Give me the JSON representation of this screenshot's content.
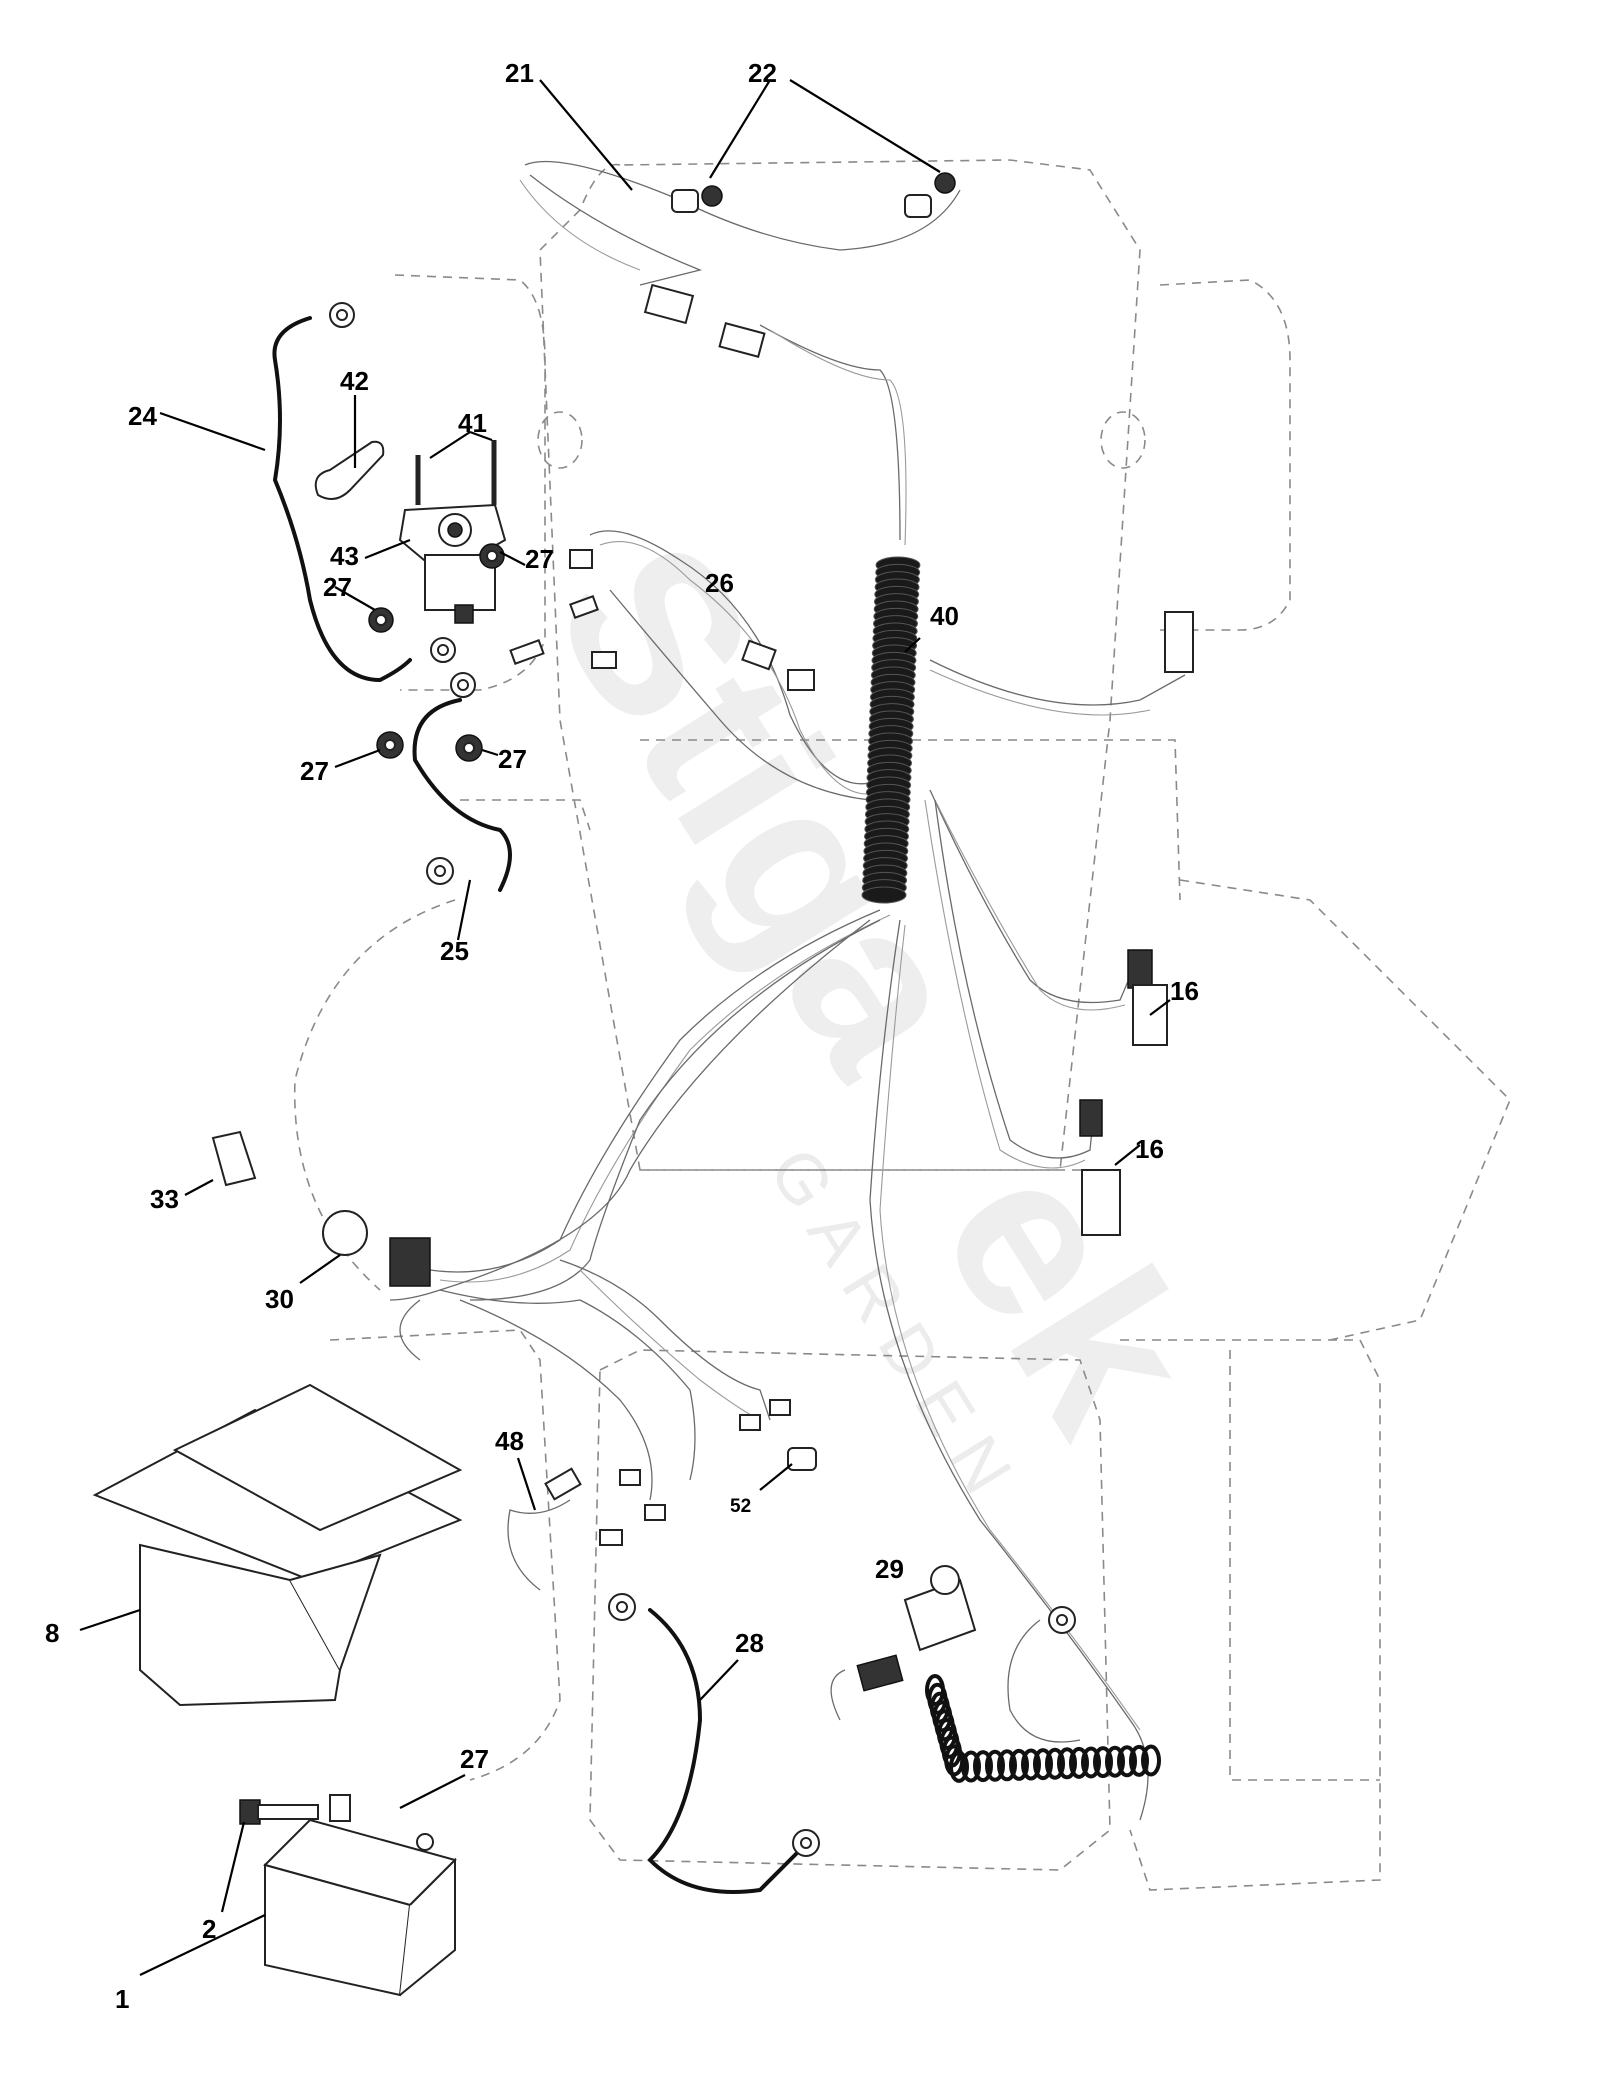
{
  "watermark": {
    "brand": "Stiga",
    "suffix": "ek",
    "sub": "GARDEN"
  },
  "callouts": {
    "c21": "21",
    "c22": "22",
    "c24": "24",
    "c42": "42",
    "c41": "41",
    "c43": "43",
    "c27a": "27",
    "c27b": "27",
    "c27c": "27",
    "c27d": "27",
    "c27e": "27",
    "c26": "26",
    "c40": "40",
    "c25": "25",
    "c16a": "16",
    "c16b": "16",
    "c33": "33",
    "c30": "30",
    "c48": "48",
    "c52": "52",
    "c29": "29",
    "c28": "28",
    "c8": "8",
    "c2": "2",
    "c1": "1"
  }
}
